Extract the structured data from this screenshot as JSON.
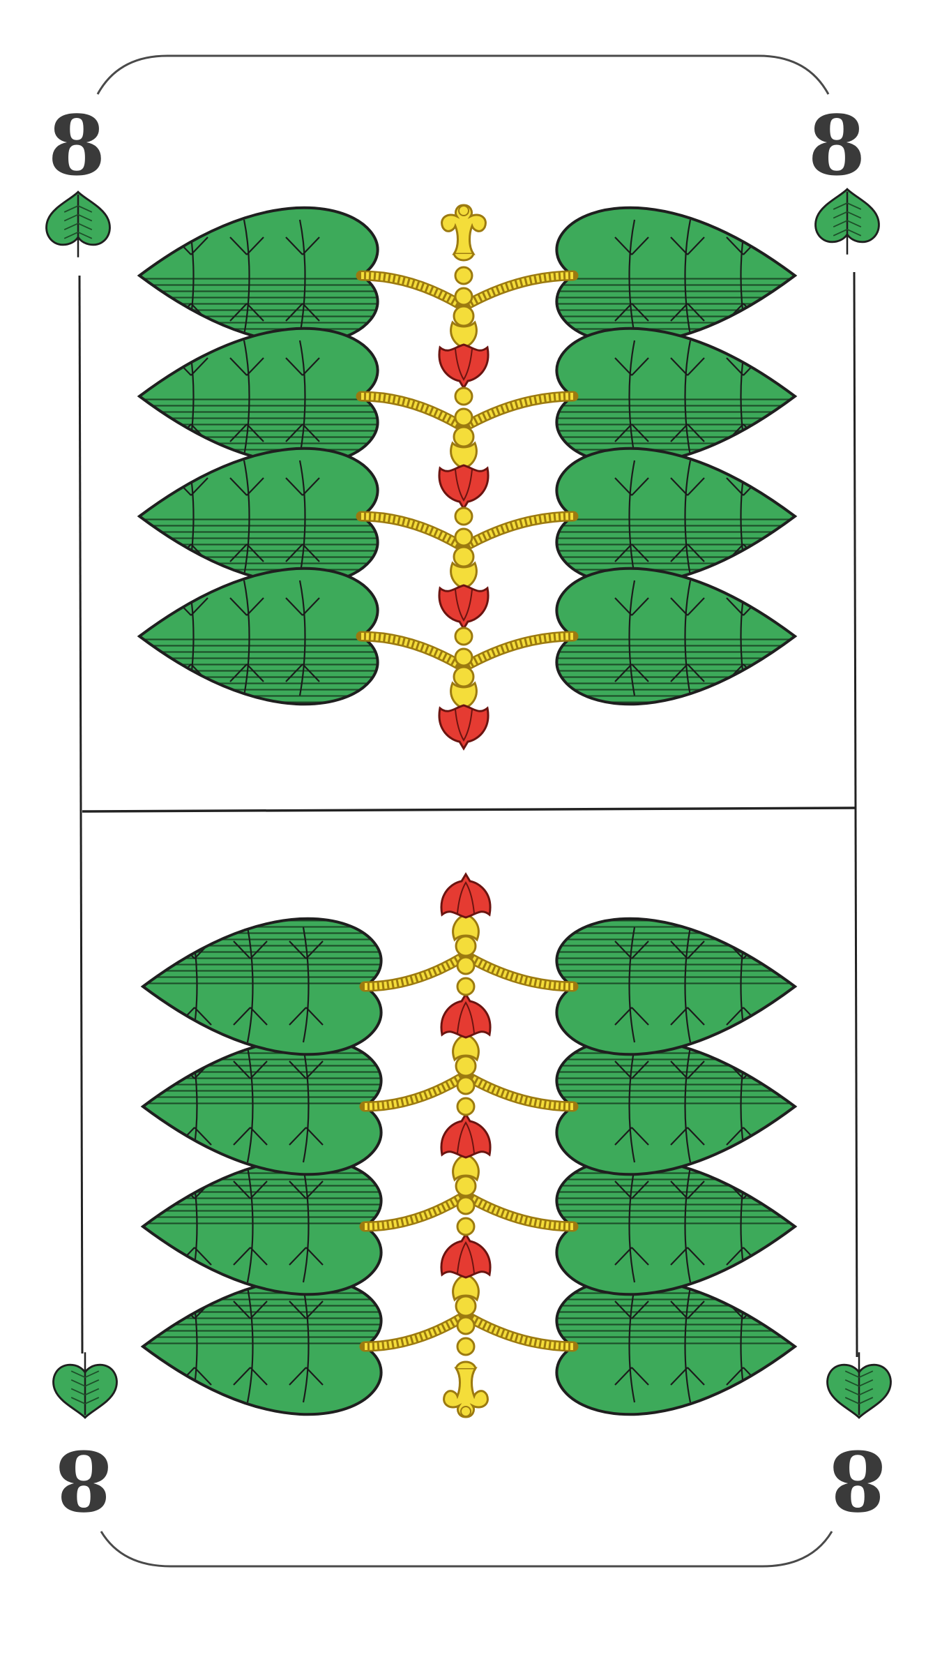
{
  "card": {
    "rank": "8",
    "suit": "leaves",
    "suit_icon": "leaf-icon",
    "pips_per_half": 8,
    "colors": {
      "leaf_fill": "#3daa5a",
      "leaf_hatch": "#2a7a3c",
      "outline": "#1f1f1f",
      "stem_gold": "#f4dd3a",
      "stem_gold_dark": "#9c7a10",
      "flower_red": "#e53b32",
      "frame_line": "#222222",
      "background": "#ffffff"
    },
    "corner_indices": {
      "top_left": "8",
      "top_right": "8",
      "bottom_left": "8",
      "bottom_right": "8"
    }
  }
}
